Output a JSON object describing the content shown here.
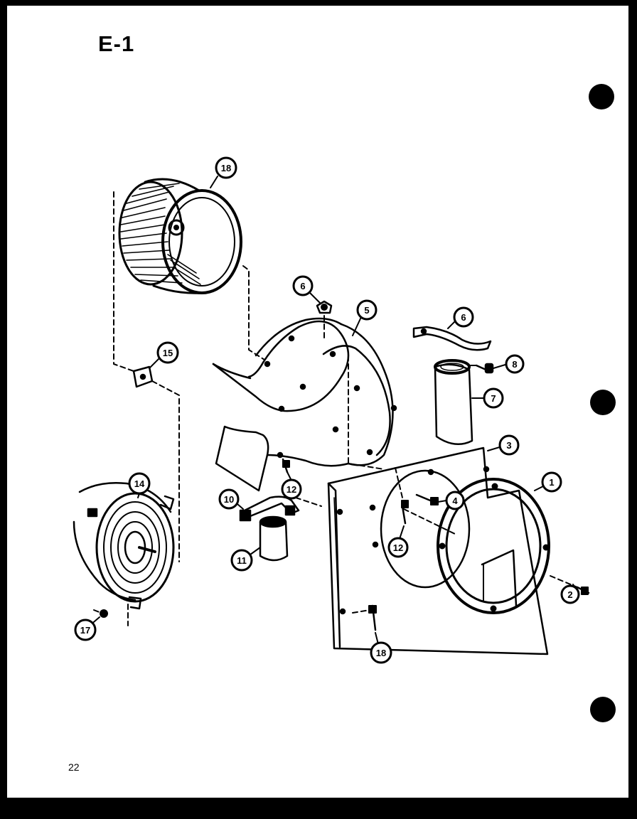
{
  "page": {
    "title": "E-1",
    "page_number": "22"
  },
  "callouts": [
    {
      "id": "c18top",
      "label": "18"
    },
    {
      "id": "c6a",
      "label": "6"
    },
    {
      "id": "c5",
      "label": "5"
    },
    {
      "id": "c6b",
      "label": "6"
    },
    {
      "id": "c8",
      "label": "8"
    },
    {
      "id": "c15",
      "label": "15"
    },
    {
      "id": "c7",
      "label": "7"
    },
    {
      "id": "c3",
      "label": "3"
    },
    {
      "id": "c14",
      "label": "14"
    },
    {
      "id": "c12a",
      "label": "12"
    },
    {
      "id": "c10",
      "label": "10"
    },
    {
      "id": "c4",
      "label": "4"
    },
    {
      "id": "c1",
      "label": "1"
    },
    {
      "id": "c12b",
      "label": "12"
    },
    {
      "id": "c11",
      "label": "11"
    },
    {
      "id": "c2",
      "label": "2"
    },
    {
      "id": "c17",
      "label": "17"
    },
    {
      "id": "c18bot",
      "label": "18"
    }
  ]
}
